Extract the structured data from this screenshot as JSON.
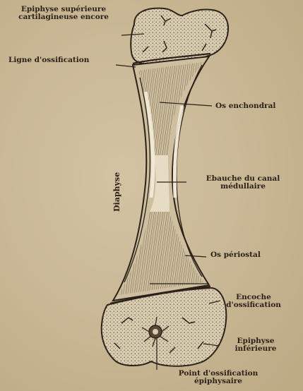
{
  "labels": {
    "epiphyse_sup_l1": "Epiphyse supérieure",
    "epiphyse_sup_l2": "cartilagineuse encore",
    "ligne": "Ligne d'ossification",
    "os_enchondral": "Os enchondral",
    "diaphyse": "Diaphyse",
    "ebauche_l1": "Ebauche du canal",
    "ebauche_l2": "médullaire",
    "os_periostal": "Os périostal",
    "encoche_l1": "Encoche",
    "encoche_l2": "d'ossification",
    "epiphyse_inf_l1": "Epiphyse",
    "epiphyse_inf_l2": "inférieure",
    "point_l1": "Point d'ossification",
    "point_l2": "épiphysaire"
  },
  "colors": {
    "background": "#c9b896",
    "ink": "#2b2118",
    "epiphysis_fill": "#d8ccb0",
    "shaft_fill": "#cdbf9f"
  }
}
